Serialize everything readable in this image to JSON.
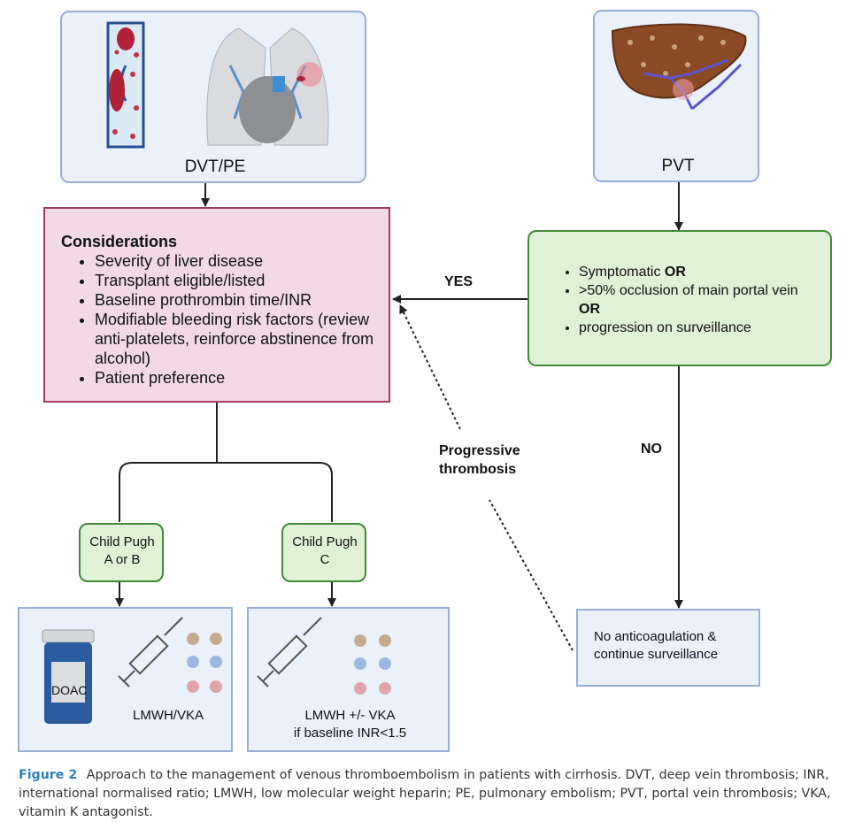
{
  "dvt_pe": {
    "label": "DVT/PE"
  },
  "pvt": {
    "label": "PVT"
  },
  "considerations": {
    "title": "Considerations",
    "items": [
      "Severity of liver disease",
      "Transplant eligible/listed",
      "Baseline prothrombin time/INR",
      "Modifiable bleeding risk factors (review anti-platelets, reinforce abstinence from alcohol)",
      "Patient preference"
    ]
  },
  "criteria": {
    "item1_text": "Symptomatic ",
    "item1_bold": "OR",
    "item2_text": ">50% occlusion of main portal vein ",
    "item2_bold": "OR",
    "item3_text": "progression on surveillance"
  },
  "edges": {
    "yes": "YES",
    "no": "NO",
    "progressive": "Progressive thrombosis"
  },
  "child_pugh_ab": "Child Pugh A or B",
  "child_pugh_c": "Child Pugh C",
  "doac_label": "DOAC",
  "treatment_ab": "LMWH/VKA",
  "treatment_c_line1": "LMWH +/- VKA",
  "treatment_c_line2": "if baseline INR<1.5",
  "no_anticoag": "No anticoagulation & continue surveillance",
  "caption": {
    "label": "Figure 2",
    "text": "Approach to the management of venous thromboembolism in patients with cirrhosis. DVT, deep vein thrombosis; INR, international normalised ratio; LMWH, low molecular weight heparin; PE, pulmonary embolism; PVT, portal vein thrombosis; VKA, vitamin K antagonist."
  },
  "colors": {
    "blue_fill": "#eaf1fb",
    "blue_border": "#98aed6",
    "pink_fill": "#f3d9e6",
    "pink_border": "#a23b62",
    "green_fill": "#dff2d6",
    "green_border": "#3f8a36",
    "caption_accent": "#2e7fc2"
  }
}
